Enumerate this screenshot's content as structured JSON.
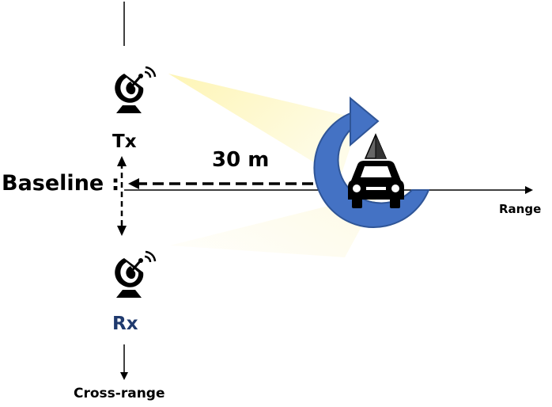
{
  "labels": {
    "tx": "Tx",
    "rx": "Rx",
    "baseline": "Baseline :",
    "distance": "30 m",
    "range_axis": "Range",
    "cross_range_axis": "Cross-range"
  },
  "colors": {
    "beam": "#fdf3a8",
    "rotation_arrow": "#4472c4",
    "rx_text": "#1f3a6e",
    "line": "#000000"
  },
  "icons": {
    "tx_antenna": "satellite-dish-icon",
    "rx_antenna": "satellite-dish-icon",
    "target_car": "car-icon",
    "target_cone": "cone-icon",
    "rotation": "circular-arrow-icon"
  }
}
